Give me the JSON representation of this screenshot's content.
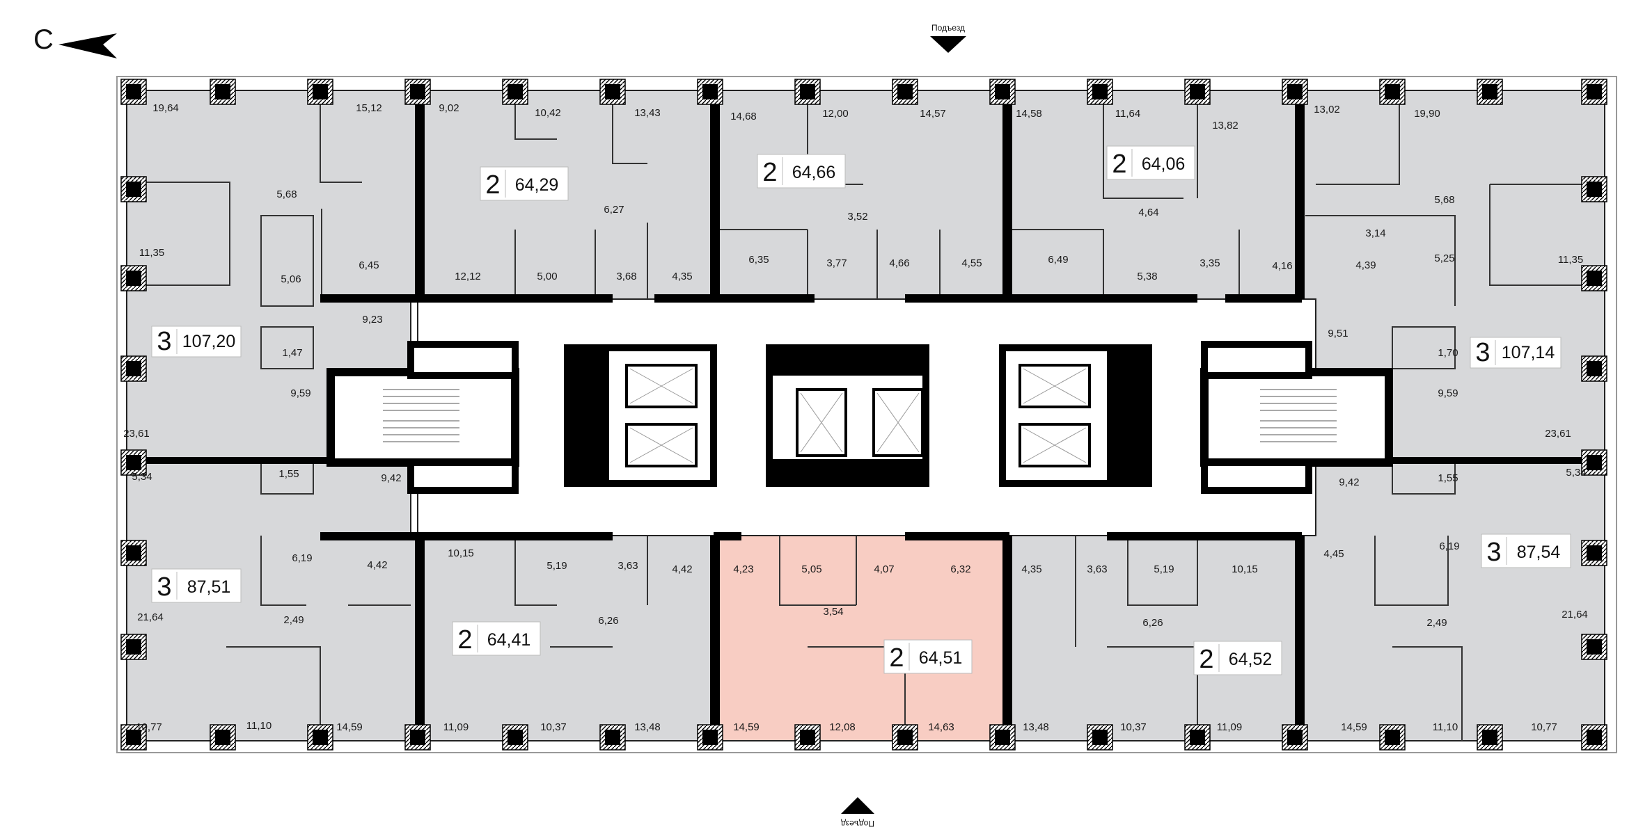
{
  "compass": {
    "letter": "С"
  },
  "entrances": {
    "top_label": "Подъезд",
    "bottom_label": "Подъезд"
  },
  "colors": {
    "apartment_fill": "#d7d8da",
    "highlight_fill": "#f8cdc3",
    "wall": "#000000",
    "core_fill": "#ffffff"
  },
  "apartments": [
    {
      "id": "3-107-20",
      "rooms": "3",
      "area": "107,20",
      "highlighted": false
    },
    {
      "id": "2-64-29",
      "rooms": "2",
      "area": "64,29",
      "highlighted": false
    },
    {
      "id": "2-64-66",
      "rooms": "2",
      "area": "64,66",
      "highlighted": false
    },
    {
      "id": "2-64-06",
      "rooms": "2",
      "area": "64,06",
      "highlighted": false
    },
    {
      "id": "3-107-14",
      "rooms": "3",
      "area": "107,14",
      "highlighted": false
    },
    {
      "id": "3-87-51",
      "rooms": "3",
      "area": "87,51",
      "highlighted": false
    },
    {
      "id": "2-64-41",
      "rooms": "2",
      "area": "64,41",
      "highlighted": false
    },
    {
      "id": "2-64-51",
      "rooms": "2",
      "area": "64,51",
      "highlighted": true
    },
    {
      "id": "2-64-52",
      "rooms": "2",
      "area": "64,52",
      "highlighted": false
    },
    {
      "id": "3-87-54",
      "rooms": "3",
      "area": "87,54",
      "highlighted": false
    }
  ],
  "room_areas": [
    "19,64",
    "15,12",
    "9,02",
    "10,42",
    "13,43",
    "14,68",
    "12,00",
    "14,57",
    "14,58",
    "11,64",
    "13,82",
    "13,02",
    "19,90",
    "5,68",
    "6,27",
    "3,52",
    "4,64",
    "5,68",
    "11,35",
    "5,06",
    "6,45",
    "12,12",
    "5,00",
    "3,68",
    "4,35",
    "6,35",
    "3,77",
    "4,66",
    "4,55",
    "6,49",
    "5,38",
    "3,35",
    "4,16",
    "3,14",
    "5,25",
    "4,39",
    "11,35",
    "9,23",
    "1,47",
    "9,59",
    "23,61",
    "9,51",
    "1,70",
    "9,59",
    "23,61",
    "5,34",
    "1,55",
    "9,42",
    "9,42",
    "1,55",
    "5,34",
    "10,15",
    "5,19",
    "3,63",
    "4,42",
    "4,23",
    "5,05",
    "4,07",
    "6,32",
    "4,35",
    "3,63",
    "5,19",
    "10,15",
    "4,45",
    "6,19",
    "6,19",
    "4,42",
    "6,26",
    "3,54",
    "6,26",
    "21,64",
    "2,49",
    "2,49",
    "21,64",
    "10,77",
    "11,10",
    "14,59",
    "11,09",
    "10,37",
    "13,48",
    "14,59",
    "12,08",
    "14,63",
    "13,48",
    "10,37",
    "11,09",
    "14,59",
    "11,10",
    "10,77"
  ]
}
